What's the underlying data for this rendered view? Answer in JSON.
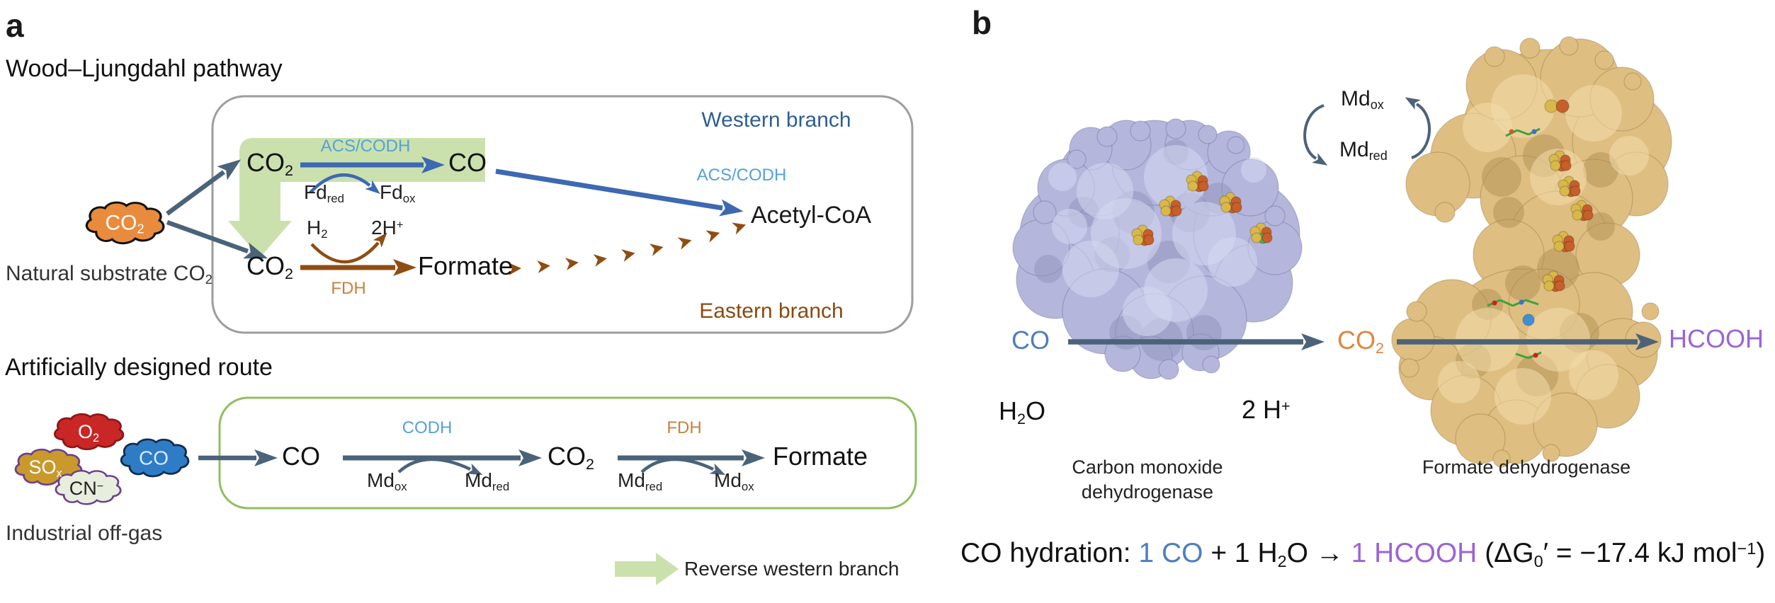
{
  "colors": {
    "arrow_slate": "#4b6379",
    "arrow_blue": "#3d68b2",
    "arrow_brown": "#8f4d12",
    "green_fill": "#cbe1ad",
    "green_border": "#90bf62",
    "gray_border": "#9d9d9d",
    "label_lightblue": "#53a3d8",
    "label_darkblue": "#2f5f91",
    "label_brown": "#8a4a12",
    "label_fdh_orange": "#c5823d",
    "co_blue": "#4d7ec0",
    "co2_orange": "#e08540",
    "hcooh_purple": "#9b64d6",
    "cloud_orange": "#e98b3d",
    "cloud_red": "#c92626",
    "cloud_gold": "#c9992c",
    "cloud_pale": "#e7eedd",
    "cloud_blue": "#2e7cc6",
    "protein_lavender": "#b4b6dc",
    "protein_tan": "#dfbe82"
  },
  "panel_a": {
    "label": "a",
    "title": "Wood–Ljungdahl pathway",
    "substrate_cloud": {
      "base": "CO",
      "sub": "2"
    },
    "substrate_caption": {
      "base": "Natural substrate CO",
      "sub": "2"
    },
    "co2_top": {
      "base": "CO",
      "sub": "2"
    },
    "acs_codh_1": "ACS/CODH",
    "co_top": "CO",
    "fd_red": {
      "base": "Fd",
      "sub": "red"
    },
    "fd_ox": {
      "base": "Fd",
      "sub": "ox"
    },
    "h2": {
      "base": "H",
      "sub": "2"
    },
    "two_h_plus": {
      "base": "2H",
      "sup": "+"
    },
    "co2_bottom": {
      "base": "CO",
      "sub": "2"
    },
    "fdh": "FDH",
    "formate": "Formate",
    "western_branch": "Western branch",
    "acs_codh_2": "ACS/CODH",
    "acetyl_coa": "Acetyl-CoA",
    "eastern_branch": "Eastern branch",
    "route_title": "Artificially designed route",
    "offgas_caption": "Industrial off-gas",
    "cloud_o2": {
      "base": "O",
      "sub": "2"
    },
    "cloud_sox": {
      "base": "SO",
      "sub": "x"
    },
    "cloud_cn": {
      "base": "CN",
      "sup": "−"
    },
    "cloud_co": "CO",
    "route": {
      "co": "CO",
      "codh": "CODH",
      "md_ox_1": {
        "base": "Md",
        "sub": "ox"
      },
      "md_red_1": {
        "base": "Md",
        "sub": "red"
      },
      "co2": {
        "base": "CO",
        "sub": "2"
      },
      "fdh": "FDH",
      "md_red_2": {
        "base": "Md",
        "sub": "red"
      },
      "md_ox_2": {
        "base": "Md",
        "sub": "ox"
      },
      "formate": "Formate"
    },
    "legend": "Reverse western branch"
  },
  "panel_b": {
    "label": "b",
    "md_ox": {
      "base": "Md",
      "sub": "ox"
    },
    "md_red": {
      "base": "Md",
      "sub": "red"
    },
    "co": "CO",
    "co2": {
      "base": "CO",
      "sub": "2"
    },
    "hcooh": "HCOOH",
    "h2o": {
      "base": "H",
      "sub": "2",
      "rest": "O"
    },
    "two_h_plus": {
      "base": "2 H",
      "sup": "+"
    },
    "codh_caption_line1": "Carbon monoxide",
    "codh_caption_line2": "dehydrogenase",
    "fdh_caption": "Formate dehydrogenase",
    "equation": {
      "p1": "CO hydration: ",
      "co": "1 CO",
      "p2": " + 1 H",
      "h2o_sub": "2",
      "p3": "O → ",
      "hcooh": "1 HCOOH",
      "p4": " (ΔG",
      "g_sub": "0",
      "p5": "′ = −17.4 kJ mol",
      "exp": "−1",
      "p6": ")"
    }
  }
}
